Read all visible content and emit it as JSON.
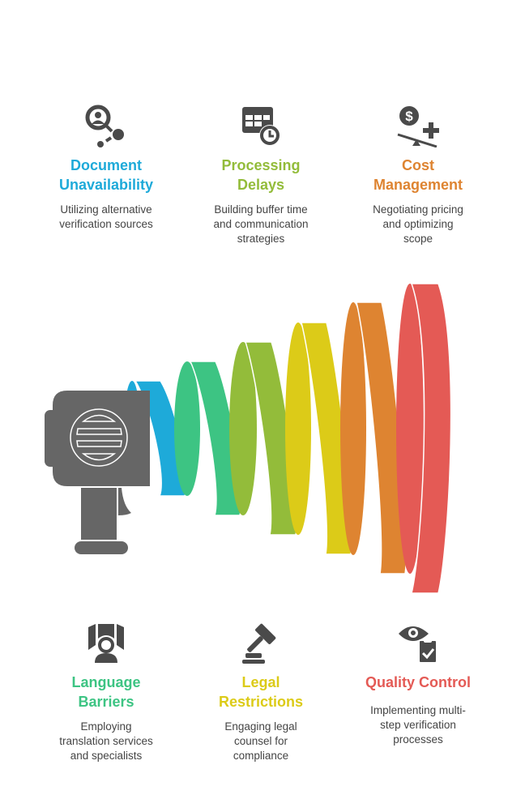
{
  "items": [
    {
      "title_line1": "Document",
      "title_line2": "Unavailability",
      "desc": [
        "Utilizing alternative",
        "verification sources"
      ],
      "color": "#1eaad9",
      "icon": "search-user-network-icon"
    },
    {
      "title_line1": "Processing",
      "title_line2": "Delays",
      "desc": [
        "Building buffer time",
        "and communication",
        "strategies"
      ],
      "color": "#93bc3a",
      "icon": "calendar-clock-icon"
    },
    {
      "title_line1": "Cost",
      "title_line2": "Management",
      "desc": [
        "Negotiating pricing",
        "and optimizing",
        "scope"
      ],
      "color": "#de8431",
      "icon": "dollar-balance-plus-icon"
    },
    {
      "title_line1": "Language",
      "title_line2": "Barriers",
      "desc": [
        "Employing",
        "translation services",
        "and specialists"
      ],
      "color": "#3dc483",
      "icon": "person-map-icon"
    },
    {
      "title_line1": "Legal",
      "title_line2": "Restrictions",
      "desc": [
        "Engaging legal",
        "counsel for",
        "compliance"
      ],
      "color": "#dccb18",
      "icon": "gavel-icon"
    },
    {
      "title_line1": "Quality Control",
      "title_line2": "",
      "desc": [
        "Implementing multi-",
        "step verification",
        "processes"
      ],
      "color": "#e45a55",
      "icon": "eye-clipboard-check-icon"
    }
  ],
  "colors": {
    "megaphone": "#666666",
    "text": "#444444",
    "rings": [
      "#1eaad9",
      "#3dc483",
      "#93bc3a",
      "#dccb18",
      "#de8431",
      "#e45a55"
    ]
  }
}
